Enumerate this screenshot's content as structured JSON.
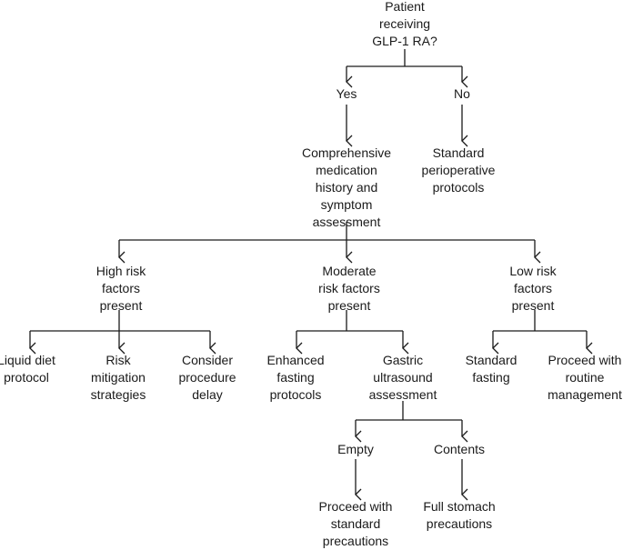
{
  "nodes": {
    "q_glp1": "Patient\nreceiving\nGLP-1 RA?",
    "yes": "Yes",
    "no": "No",
    "assessment": "Comprehensive\nmedication\nhistory and\nsymptom\nassessment",
    "standard_protocols": "Standard\nperioperative\nprotocols",
    "high_risk": "High risk\nfactors\npresent",
    "moderate_risk": "Moderate\nrisk factors\npresent",
    "low_risk": "Low risk\nfactors\npresent",
    "liquid_diet": "Liquid diet\nprotocol",
    "risk_mitigation": "Risk\nmitigation\nstrategies",
    "procedure_delay": "Consider\nprocedure\ndelay",
    "enhanced_fasting": "Enhanced\nfasting\nprotocols",
    "gastric_us": "Gastric\nultrasound\nassessment",
    "standard_fasting": "Standard\nfasting",
    "routine_mgmt": "Proceed with\nroutine\nmanagement",
    "empty": "Empty",
    "contents": "Contents",
    "standard_precautions": "Proceed with\nstandard\nprecautions",
    "full_stomach": "Full stomach\nprecautions"
  },
  "colors": {
    "line": "#1a1a1a",
    "text": "#1a1a1a",
    "background": "#ffffff"
  }
}
